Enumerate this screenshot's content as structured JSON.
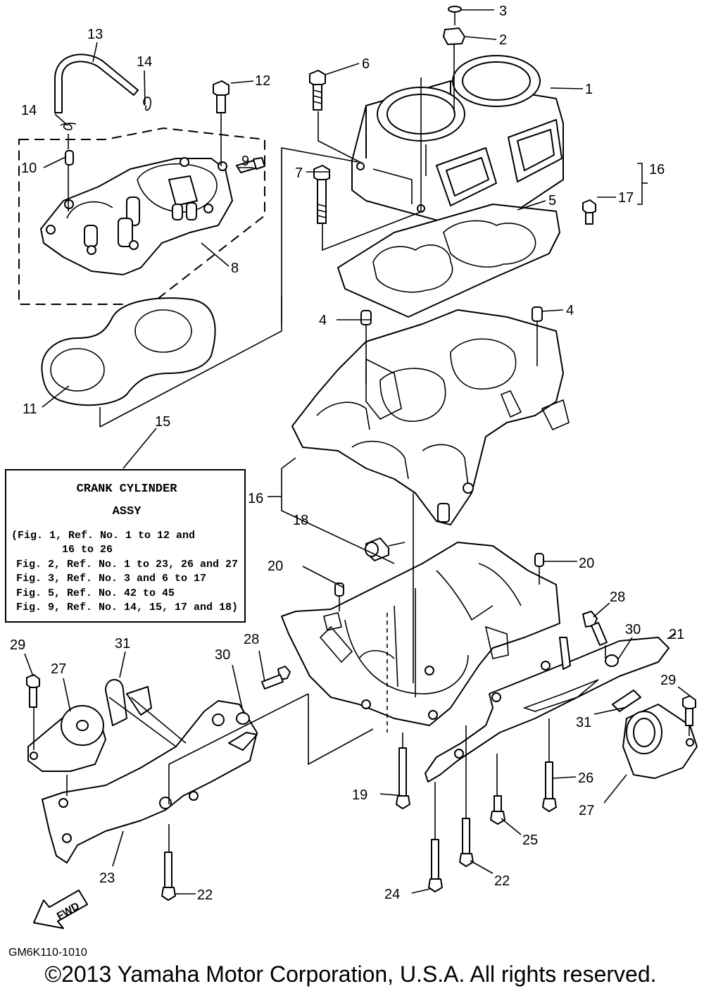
{
  "labels": {
    "l1": "1",
    "l2": "2",
    "l3": "3",
    "l4a": "4",
    "l4b": "4",
    "l5": "5",
    "l6": "6",
    "l7": "7",
    "l8": "8",
    "l9": "9",
    "l10": "10",
    "l11": "11",
    "l12": "12",
    "l13": "13",
    "l14a": "14",
    "l14b": "14",
    "l15": "15",
    "l16a": "16",
    "l16b": "16",
    "l17": "17",
    "l18": "18",
    "l19": "19",
    "l20a": "20",
    "l20b": "20",
    "l21": "21",
    "l22a": "22",
    "l22b": "22",
    "l23": "23",
    "l24": "24",
    "l25": "25",
    "l26": "26",
    "l27a": "27",
    "l27b": "27",
    "l28a": "28",
    "l28b": "28",
    "l29a": "29",
    "l29b": "29",
    "l30a": "30",
    "l30b": "30",
    "l31a": "31",
    "l31b": "31"
  },
  "assy_box": {
    "title1": "CRANK CYLINDER",
    "title2": "ASSY",
    "lines": [
      "(Fig. 1, Ref. No. 1 to 12 and",
      "16 to 26",
      "Fig. 2, Ref. No. 1 to 23, 26 and 27",
      "Fig. 3, Ref. No. 3 and 6 to 17",
      "Fig. 5, Ref. No. 42 to 45",
      "Fig. 9, Ref. No. 14, 15, 17 and 18)"
    ]
  },
  "fwd_arrow": "FWD",
  "figure_code": "GM6K110-1010",
  "copyright": "©2013 Yamaha Motor Corporation, U.S.A. All rights reserved."
}
